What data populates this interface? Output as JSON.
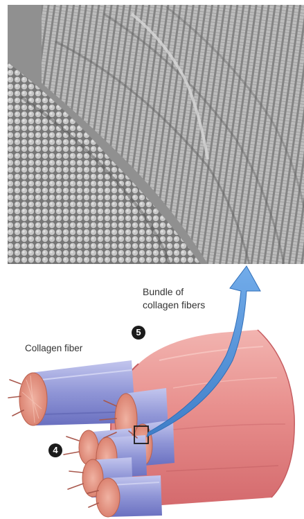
{
  "figure": {
    "bundle_label_line1": "Bundle of",
    "bundle_label_line2": "collagen fibers",
    "fiber_label": "Collagen fiber",
    "marker_bundle": "5",
    "marker_fibers": "4"
  },
  "colors": {
    "micrograph_base": "#8c8c8c",
    "bundle_pink": "#e89090",
    "bundle_end_face": "#d99a8a",
    "fiber_blue": "#8f95d6",
    "fiber_end_face": "#e4907e",
    "arrow_blue": "#4f8fd6",
    "label_text": "#333333",
    "marker_fill": "#1b1b1b"
  },
  "icons": {
    "magnification_arrow": "arrow-up-icon",
    "zoom_box": "square-outline-icon"
  }
}
